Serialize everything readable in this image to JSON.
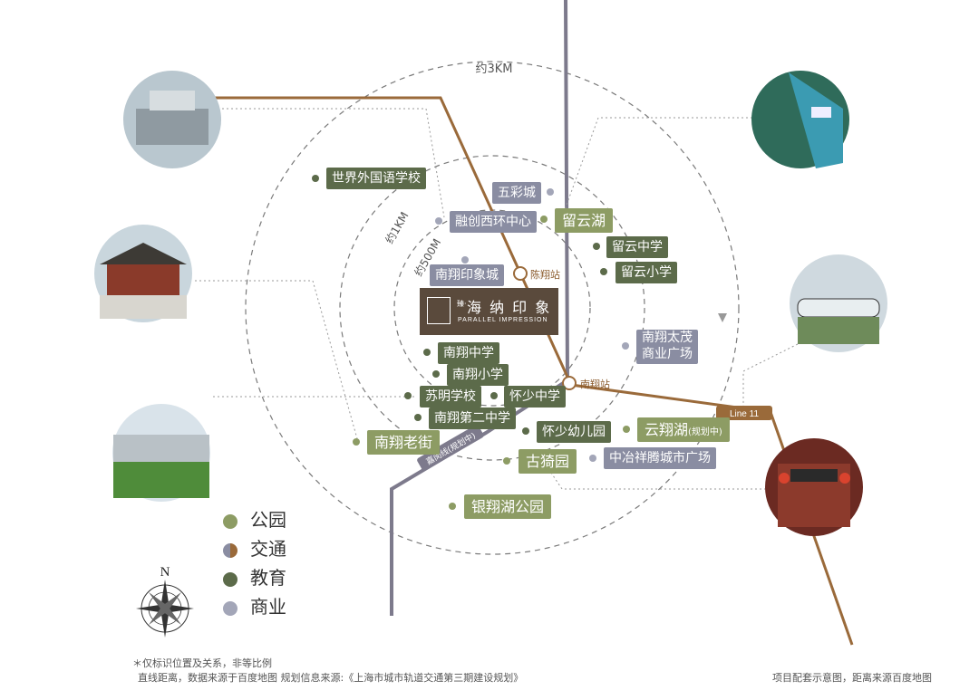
{
  "rings": {
    "r3km": "约3KM",
    "r1km": "约1KM",
    "r500": "约500M"
  },
  "project": {
    "logo_cn": "海 纳 印 象",
    "logo_prefix": "臻·",
    "logo_en": "PARALLEL IMPRESSION"
  },
  "labels": {
    "world_foreign": "世界外国语学校",
    "wucaicheng": "五彩城",
    "rongchuang": "融创西环中心",
    "liuyunhu": "留云湖",
    "liuyun_mid": "留云中学",
    "liuyun_pri": "留云小学",
    "yinxiang_city": "南翔印象城",
    "nanxiang_mid": "南翔中学",
    "nanxiang_pri": "南翔小学",
    "suming": "苏明学校",
    "huaishao_mid": "怀少中学",
    "nanxiang_no2": "南翔第二中学",
    "huaishao_kg": "怀少幼儿园",
    "old_street": "南翔老街",
    "yunxiang_lake": "云翔湖",
    "yunxiang_plan": "(规划中)",
    "guyi_garden": "古猗园",
    "zhongye": "中冶祥腾城市广场",
    "taimao": "南翔太茂\n商业广场",
    "yinxiang_park": "银翔湖公园"
  },
  "stations": {
    "chenxiang": "陈翔站",
    "nanxiang": "南翔站"
  },
  "lines": {
    "line11": "Line 11",
    "jiamin": "嘉闵线(规划中)"
  },
  "legend": [
    {
      "label": "公园",
      "color": "#8d9c64"
    },
    {
      "label": "交通",
      "color": "#8a8da2"
    },
    {
      "label": "教育",
      "color": "#5c6b4a"
    },
    {
      "label": "商业",
      "color": "#a3a6b8"
    }
  ],
  "compass": "N",
  "notes": {
    "left1": "＊仅标识位置及关系，非等比例",
    "left2": "直线距离，数据来源于百度地图   规划信息来源:《上海市城市轨道交通第三期建设规划》",
    "right": "项目配套示意图，距离来源百度地图"
  },
  "colors": {
    "metro_brown": "#9a6a3a",
    "metro_gray": "#7d7a8c",
    "ring": "#8a8a8a"
  }
}
